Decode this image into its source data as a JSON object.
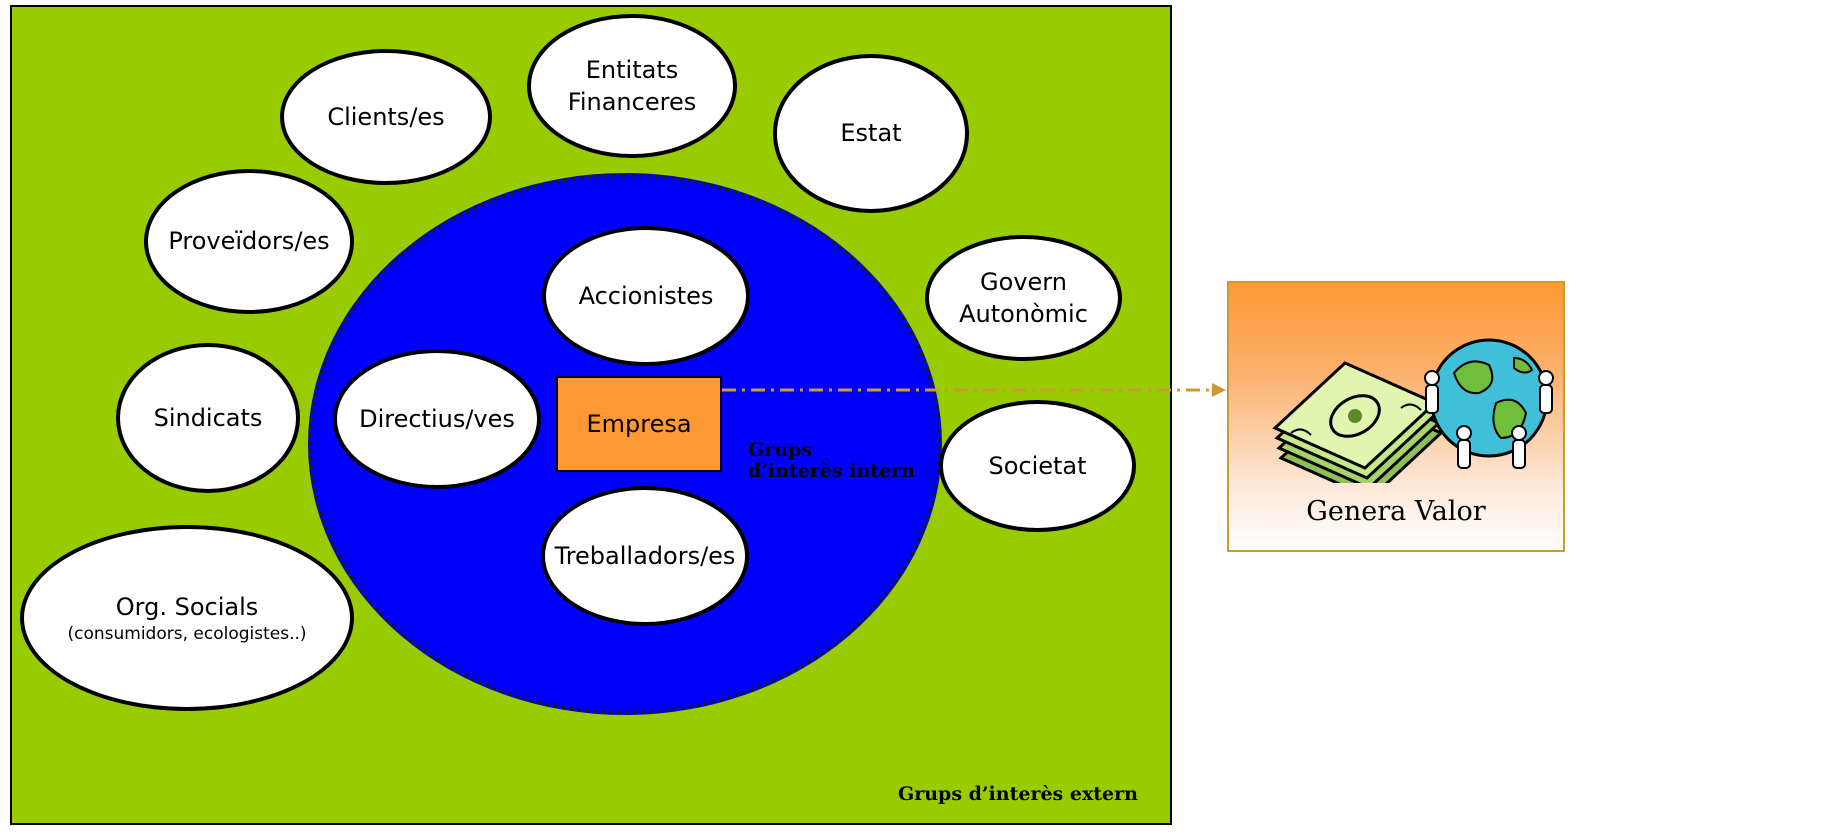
{
  "external": {
    "label": "Grups d’interès extern",
    "groups": {
      "clients": "Clients/es",
      "entitats_l1": "Entitats",
      "entitats_l2": "Financeres",
      "estat": "Estat",
      "proveidors": "Proveïdors/es",
      "govern_l1": "Govern",
      "govern_l2": "Autonòmic",
      "sindicats": "Sindicats",
      "societat": "Societat",
      "org_l1": "Org. Socials",
      "org_l2": "(consumidors, ecologistes..)"
    }
  },
  "internal": {
    "label_l1": "Grups",
    "label_l2": "d’interès intern",
    "groups": {
      "accionistes": "Accionistes",
      "directius": "Directius/ves",
      "treballadors": "Treballadors/es"
    }
  },
  "center": {
    "label": "Empresa"
  },
  "result": {
    "label": "Genera Valor"
  },
  "colors": {
    "external_bg": "#99cc00",
    "internal_bg": "#0000ff",
    "empresa": "#ff9933",
    "arrow": "#cc9933"
  }
}
